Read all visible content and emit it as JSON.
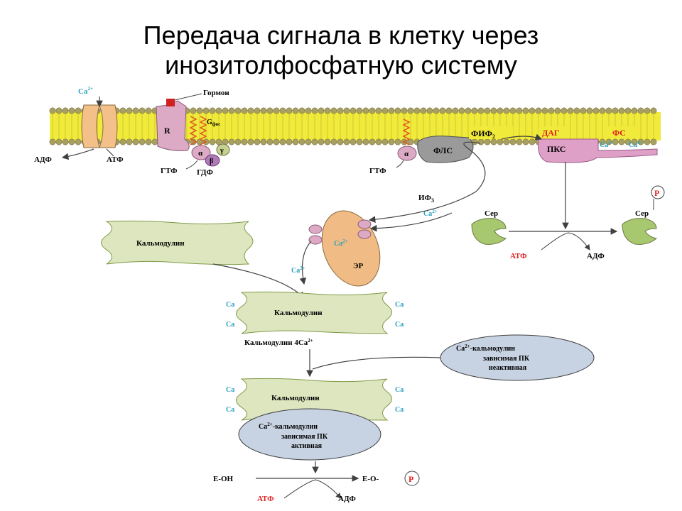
{
  "slide": {
    "title_line1": "Передача сигнала в клетку через",
    "title_line2": "инозитолфосфатную систему"
  },
  "diagram": {
    "colors": {
      "membrane_yellow": "#f0ea3a",
      "head_olive": "#a8a060",
      "channel_orange": "#f2c088",
      "receptor_pink": "#dcaac4",
      "plc_gray": "#9a9a9a",
      "pkc_pink": "#dfa0c8",
      "cam_green": "#dde6bf",
      "cam_dark": "#7e9a46",
      "er_orange": "#f0bb84",
      "circle_blue": "#c7d2e2",
      "accent_blue": "#2aa0c0",
      "accent_red": "#e02020",
      "arrow_gray": "#404040"
    },
    "membrane": {
      "ca_channel": "Ca",
      "ca_channel_sup": "2+",
      "hormone": "Гормон",
      "receptor": "R",
      "g_protein_label": "G",
      "g_protein_sub": "фос",
      "alpha": "α",
      "gamma": "γ",
      "beta": "β",
      "plc": "ФЛС",
      "pip2": "ФИФ",
      "pip2_sub": "2",
      "dag": "ДАГ",
      "ps": "ФС",
      "pkc": "ПКС",
      "pkc_ca1": "Ca",
      "pkc_ca2": "Ca",
      "pkc_ca_sup": "2+"
    },
    "left_labels": {
      "adp": "АДФ",
      "atp": "АТФ",
      "gtp1": "ГТФ",
      "gdp": "ГДФ",
      "gtp2": "ГТФ"
    },
    "ip3": {
      "label": "ИФ",
      "sub": "3",
      "ca": "Ca",
      "ca_sup": "2+"
    },
    "er": {
      "ca": "Ca",
      "ca_sup": "2+",
      "label": "ЭР",
      "released_ca": "Ca",
      "released_ca_sup": "2+"
    },
    "calmodulin": {
      "free": "Кальмодулин",
      "bound": "Кальмодулин",
      "complex": "Кальмодулин 4Ca",
      "complex_sup": "2+",
      "active": "Кальмодулин",
      "ca_site": "Ca"
    },
    "inactive_kinase": {
      "line1": "Ca",
      "line1_sup": "2+",
      "line1_rest": "-кальмодулин",
      "line2": "зависимая ПК",
      "line3": "неактивная"
    },
    "active_kinase": {
      "line1": "Ca",
      "line1_sup": "2+",
      "line1_rest": "-кальмодулин",
      "line2": "зависимая ПК",
      "line3": "активная"
    },
    "phosphorylation_bottom": {
      "substrate": "Е-ОН",
      "product": "Е-О-",
      "p": "P",
      "atp": "АТФ",
      "adp": "АДФ"
    },
    "phosphorylation_right": {
      "ser1": "Сер",
      "ser2": "Сер",
      "p": "P",
      "atp": "АТФ",
      "adp": "АДФ"
    }
  }
}
